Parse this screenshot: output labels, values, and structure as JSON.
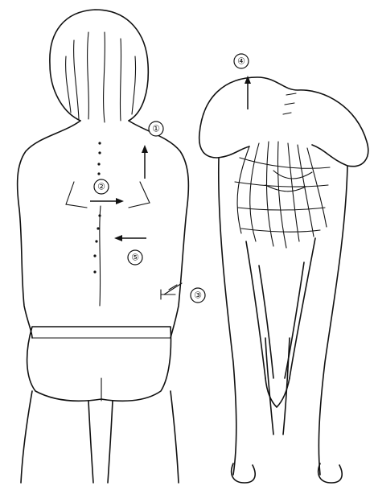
{
  "figure": {
    "markers": [
      {
        "id": "1",
        "label": "①"
      },
      {
        "id": "2",
        "label": "②"
      },
      {
        "id": "3",
        "label": "③"
      },
      {
        "id": "4",
        "label": "④"
      },
      {
        "id": "5",
        "label": "⑤"
      }
    ]
  }
}
